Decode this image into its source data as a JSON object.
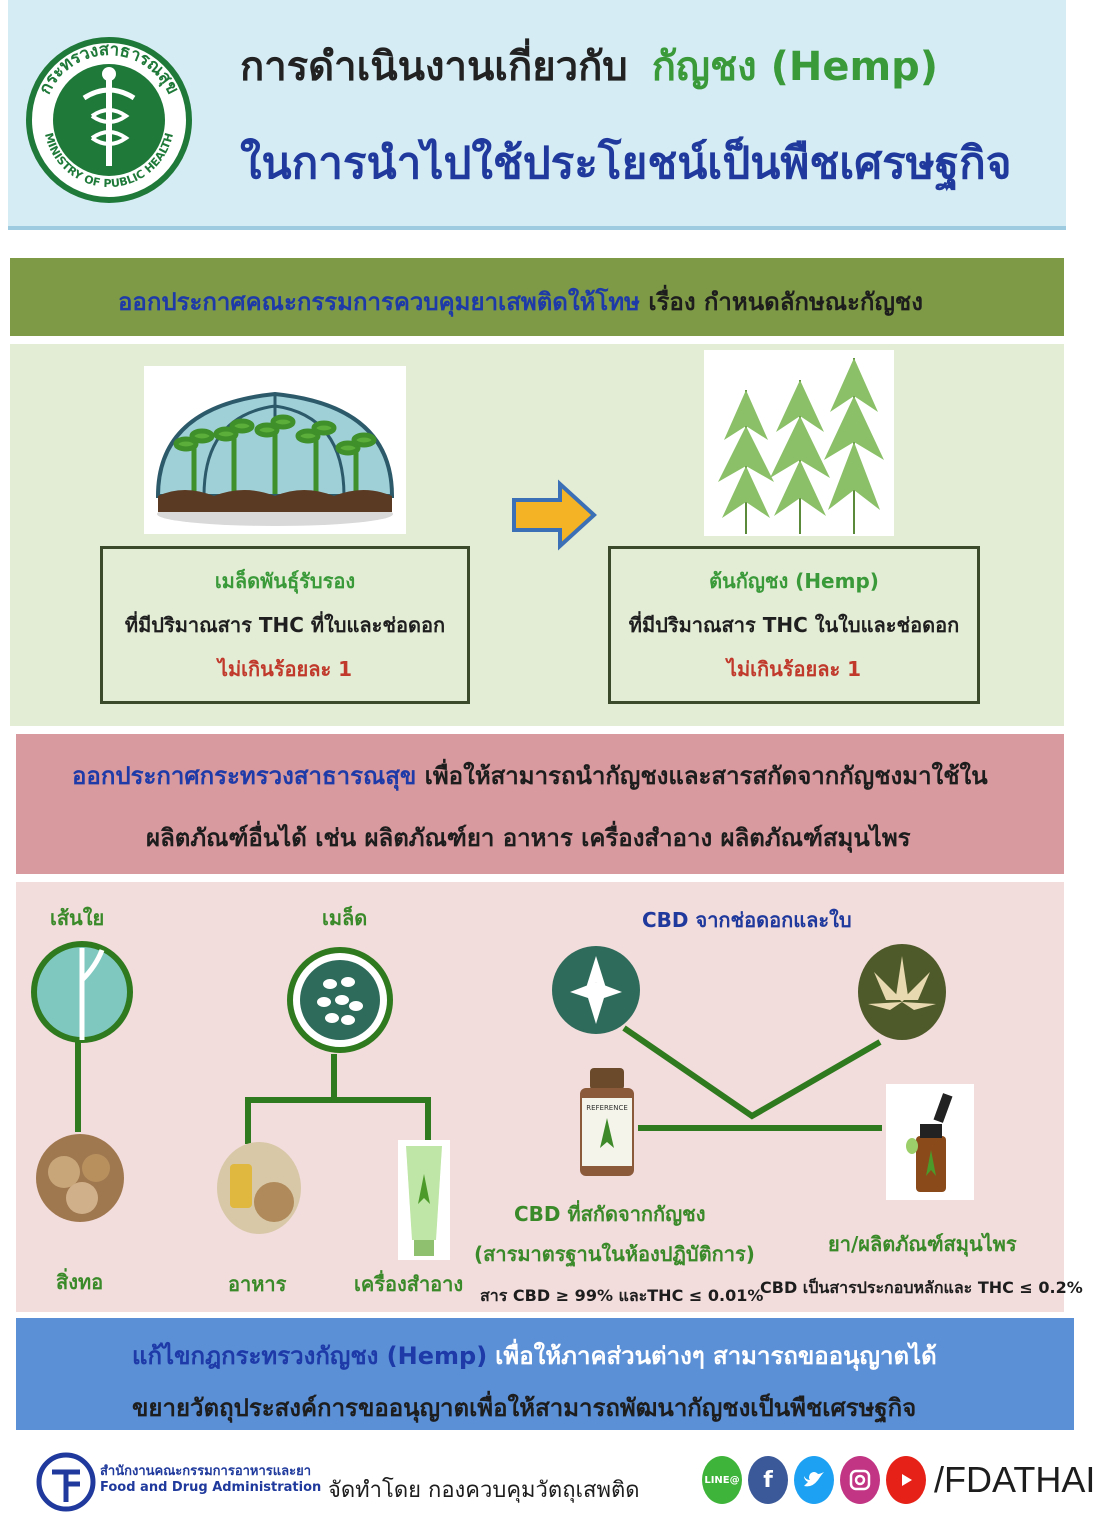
{
  "header": {
    "logo_text": "กระทรวงสาธารณสุข",
    "logo_text_en": "MINISTRY OF PUBLIC HEALTH",
    "title_line1": "การดำเนินงานเกี่ยวกับ",
    "title_line1_highlight": "กัญชง (Hemp)",
    "title_line2": "ในการนำไปใช้ประโยชน์เป็นพืชเศรษฐกิจ"
  },
  "section1": {
    "heading_blue": "ออกประกาศคณะกรรมการควบคุมยาเสพติดให้โทษ",
    "heading_dark": "เรื่อง กำหนดลักษณะกัญชง",
    "box_left": {
      "title": "เมล็ดพันธุ์รับรอง",
      "line": "ที่มีปริมาณสาร THC ที่ใบและช่อดอก",
      "limit": "ไม่เกินร้อยละ 1"
    },
    "box_right": {
      "title": "ต้นกัญชง (Hemp)",
      "line": "ที่มีปริมาณสาร THC ในใบและช่อดอก",
      "limit": "ไม่เกินร้อยละ 1"
    }
  },
  "section2": {
    "line1_blue": "ออกประกาศกระทรวงสาธารณสุข",
    "line1_dark": "เพื่อให้สามารถนำกัญชงและสารสกัดจากกัญชงมาใช้ใน",
    "line2": "ผลิตภัณฑ์อื่นได้ เช่น  ผลิตภัณฑ์ยา อาหาร เครื่องสำอาง ผลิตภัณฑ์สมุนไพร"
  },
  "section3": {
    "fiber": "เส้นใย",
    "seed": "เมล็ด",
    "cbd_source": "CBD  จากช่อดอกและใบ",
    "textile": "สิ่งทอ",
    "food": "อาหาร",
    "cosmetic": "เครื่องสำอาง",
    "cbd_extract_title": "CBD ที่สกัดจากกัญชง",
    "cbd_extract_sub": "(สารมาตรฐานในห้องปฏิบัติการ)",
    "cbd_extract_spec": "สาร CBD ≥ 99% และTHC ≤ 0.01%",
    "herbal_title": "ยา/ผลิตภัณฑ์สมุนไพร",
    "herbal_spec": "CBD เป็นสารประกอบหลักและ THC ≤ 0.2%",
    "bottle_label": "REFERENCE"
  },
  "section4": {
    "line1_blue": "แก้ไขกฎกระทรวงกัญชง (Hemp)",
    "line1_white": "เพื่อให้ภาคส่วนต่างๆ สามารถขออนุญาตได้",
    "line2": "ขยายวัตถุประสงค์การขออนุญาตเพื่อให้สามารถพัฒนากัญชงเป็นพืชเศรษฐกิจ"
  },
  "footer": {
    "fda_th": "สำนักงานคณะกรรมการอาหารและยา",
    "fda_en": "Food and Drug Administration",
    "credit": "จัดทำโดย กองควบคุมวัตถุเสพติด",
    "line_label": "LINE@",
    "handle": "/FDATHAI"
  },
  "colors": {
    "header_bg": "#d6ecf5",
    "section1_bar": "#7f9a46",
    "section1_panel": "#e3ecd5",
    "section2_panel": "#d89a9e",
    "section3_panel": "#f3dcdc",
    "section4_panel": "#5b8fd6",
    "title_blue": "#1f3a9c",
    "title_green": "#3a9a3a",
    "limit_red": "#c0392b",
    "connector_green": "#2f7a1e"
  }
}
